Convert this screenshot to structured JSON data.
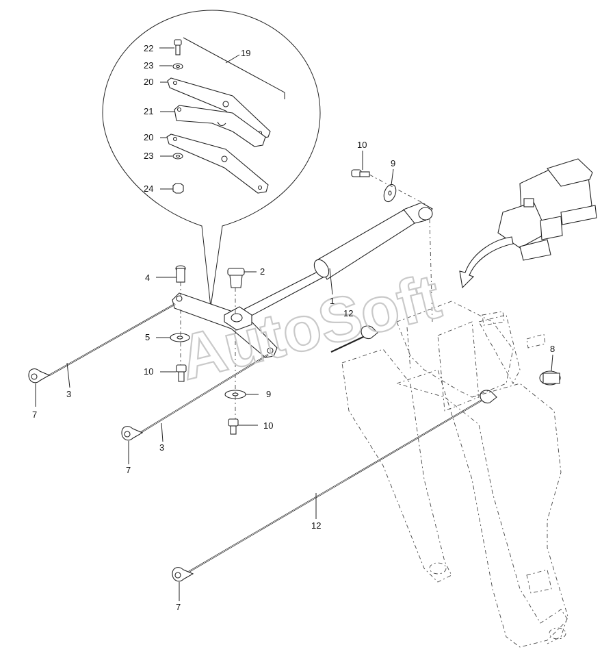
{
  "watermark": "AutoSoft",
  "callouts": [
    {
      "id": "c22",
      "text": "22"
    },
    {
      "id": "c23a",
      "text": "23"
    },
    {
      "id": "c19",
      "text": "19"
    },
    {
      "id": "c20a",
      "text": "20"
    },
    {
      "id": "c21",
      "text": "21"
    },
    {
      "id": "c20b",
      "text": "20"
    },
    {
      "id": "c23b",
      "text": "23"
    },
    {
      "id": "c24",
      "text": "24"
    },
    {
      "id": "c10a",
      "text": "10"
    },
    {
      "id": "c9a",
      "text": "9"
    },
    {
      "id": "c4",
      "text": "4"
    },
    {
      "id": "c2",
      "text": "2"
    },
    {
      "id": "c1",
      "text": "1"
    },
    {
      "id": "c12a",
      "text": "12"
    },
    {
      "id": "c5",
      "text": "5"
    },
    {
      "id": "c10b",
      "text": "10"
    },
    {
      "id": "c3a",
      "text": "3"
    },
    {
      "id": "c7a",
      "text": "7"
    },
    {
      "id": "c9b",
      "text": "9"
    },
    {
      "id": "c10c",
      "text": "10"
    },
    {
      "id": "c3b",
      "text": "3"
    },
    {
      "id": "c7b",
      "text": "7"
    },
    {
      "id": "c8",
      "text": "8"
    },
    {
      "id": "c12b",
      "text": "12"
    },
    {
      "id": "c7c",
      "text": "7"
    }
  ]
}
